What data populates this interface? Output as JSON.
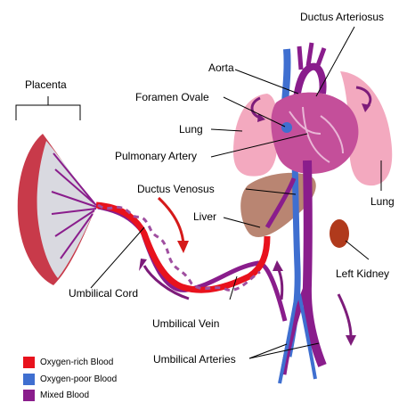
{
  "labels": {
    "ductus_arteriosus": "Ductus Arteriosus",
    "aorta": "Aorta",
    "placenta": "Placenta",
    "foramen_ovale": "Foramen Ovale",
    "lung_left": "Lung",
    "lung_right": "Lung",
    "pulmonary_artery": "Pulmonary Artery",
    "ductus_venosus": "Ductus Venosus",
    "liver": "Liver",
    "left_kidney": "Left Kidney",
    "umbilical_cord": "Umbilical Cord",
    "umbilical_vein": "Umbilical Vein",
    "umbilical_arteries": "Umbilical Arteries"
  },
  "legend": [
    {
      "label": "Oxygen-rich Blood",
      "color": "#e8121d"
    },
    {
      "label": "Oxygen-poor Blood",
      "color": "#3f6fd0"
    },
    {
      "label": "Mixed Blood",
      "color": "#8a1d8c"
    }
  ],
  "colors": {
    "oxygen_rich": "#e8121d",
    "oxygen_poor": "#3f6fd0",
    "mixed": "#8a1d8c",
    "lung": "#f3a9bf",
    "liver": "#b98572",
    "kidney": "#b03a1c",
    "heart": "#c44f9a",
    "arrow": "#7d1c7a",
    "arrow_red": "#d51a1a"
  }
}
